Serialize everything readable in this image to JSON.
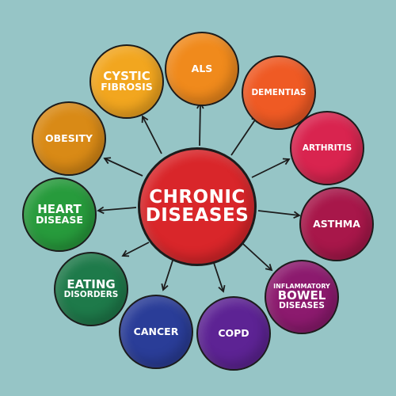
{
  "center": {
    "lines": [
      "CHRONIC",
      "DISEASES"
    ],
    "color": "#d9262a"
  },
  "nodes": [
    {
      "id": "als",
      "lines": [
        "ALS"
      ],
      "color": "#f08a1c"
    },
    {
      "id": "dementias",
      "lines": [
        "DEMENTIAS"
      ],
      "color": "#ef5a24"
    },
    {
      "id": "arthritis",
      "lines": [
        "ARTHRITIS"
      ],
      "color": "#d9244f"
    },
    {
      "id": "asthma",
      "lines": [
        "ASTHMA"
      ],
      "color": "#a8174a"
    },
    {
      "id": "ibd",
      "lines": [
        "INFLAMMATORY",
        "BOWEL",
        "DISEASES"
      ],
      "color": "#8c1a6e"
    },
    {
      "id": "copd",
      "lines": [
        "COPD"
      ],
      "color": "#5d2394"
    },
    {
      "id": "cancer",
      "lines": [
        "CANCER"
      ],
      "color": "#2a3d98"
    },
    {
      "id": "eating",
      "lines": [
        "EATING",
        "DISORDERS"
      ],
      "color": "#1e7a4a"
    },
    {
      "id": "heart",
      "lines": [
        "HEART",
        "DISEASE"
      ],
      "color": "#279b3c"
    },
    {
      "id": "obesity",
      "lines": [
        "OBESITY"
      ],
      "color": "#d98a16"
    },
    {
      "id": "cystic",
      "lines": [
        "CYSTIC",
        "FIBROSIS"
      ],
      "color": "#f2a61f"
    }
  ]
}
